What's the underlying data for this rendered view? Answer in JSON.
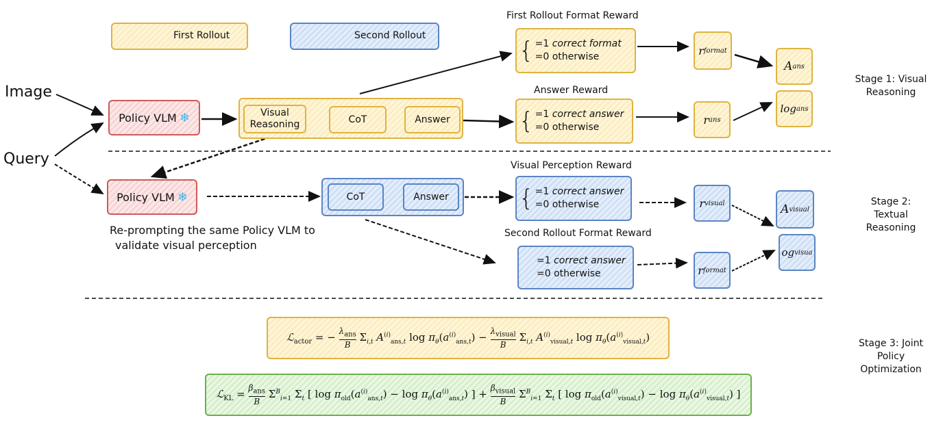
{
  "legend": {
    "first_rollout": "First Rollout",
    "second_rollout": "Second Rollout"
  },
  "inputs": {
    "image": "Image",
    "query": "Query"
  },
  "policy": {
    "label": "Policy VLM",
    "frozen_icon": "snowflake-icon",
    "reprompt_note_line1": "Re-prompting the same Policy VLM to",
    "reprompt_note_line2": "validate visual perception"
  },
  "stage1": {
    "visual_reasoning_line1": "Visual",
    "visual_reasoning_line2": "Reasoning",
    "cot": "CoT",
    "answer": "Answer",
    "format_reward_title": "First Rollout Format Reward",
    "format_reward_line1_prefix": "=1 ",
    "format_reward_line1_italic": "correct format",
    "format_reward_line2": "=0 otherwise",
    "answer_reward_title": "Answer Reward",
    "answer_reward_line1_prefix": "=1 ",
    "answer_reward_line1_italic": "correct answer",
    "answer_reward_line2": "=0 otherwise",
    "r_format_base": "r",
    "r_format_sub": "format",
    "r_ans_base": "r",
    "r_ans_sub": "ans",
    "a_ans_base": "A",
    "a_ans_sub": "ans",
    "log_ans_base": "log",
    "log_ans_sub": "ans",
    "stage_line1": "Stage 1: Visual",
    "stage_line2": "Reasoning"
  },
  "stage2": {
    "cot": "CoT",
    "answer": "Answer",
    "visual_reward_title": "Visual Perception Reward",
    "visual_reward_line1_prefix": "=1 ",
    "visual_reward_line1_italic": "correct answer",
    "visual_reward_line2": "=0 otherwise",
    "format_reward_title": "Second Rollout Format Reward",
    "format_reward_line1_prefix": "=1 ",
    "format_reward_line1_italic": "correct answer",
    "format_reward_line2": "=0 otherwise",
    "r_visual_base": "r",
    "r_visual_sub": "visual",
    "r_format_base": "r",
    "r_format_sub": "format",
    "a_visual_base": "A",
    "a_visual_sub": "visual",
    "og_visua_base": "og",
    "og_visua_sub": "visua",
    "stage_line1": "Stage 2:",
    "stage_line2": "Textual",
    "stage_line3": "Reasoning"
  },
  "stage3": {
    "stage_line1": "Stage 3: Joint",
    "stage_line2": "Policy",
    "stage_line3": "Optimization",
    "actor_formula": "ℒ_actor = − (λ_ans / B) Σ_{i,t} A^{(i)}_{ans,t} log π_θ(a^{(i)}_{ans,t}) − (λ_visual / B) Σ_{i,t} A^{(i)}_{visual,t} log π_θ(a^{(i)}_{visual,t})",
    "kl_formula": "ℒ_KL = (β_ans / B) Σ_{i=1}^{B} Σ_t [ log π_old(a^{(i)}_{ans,t}) − log π_θ(a^{(i)}_{ans,t}) ] + (β_visual / B) Σ_{i=1}^{B} Σ_t [ log π_old(a^{(i)}_{visual,t}) − log π_θ(a^{(i)}_{visual,t}) ]"
  },
  "colors": {
    "yellow": "#e0b33f",
    "blue": "#5b84c4",
    "red": "#cc5a5a",
    "green": "#6ab04c"
  }
}
